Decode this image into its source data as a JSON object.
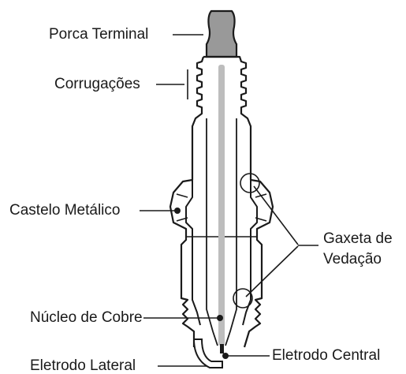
{
  "labels": {
    "porca_terminal": "Porca Terminal",
    "corrugacoes": "Corrugações",
    "castelo_metalico": "Castelo Metálico",
    "gaxeta_line1": "Gaxeta de",
    "gaxeta_line2": "Vedação",
    "nucleo_cobre": "Núcleo de Cobre",
    "eletrodo_central": "Eletrodo Central",
    "eletrodo_lateral": "Eletrodo Lateral"
  },
  "colors": {
    "outline": "#1a1a1a",
    "terminal_fill": "#999999",
    "core_fill": "#bdbdbd"
  }
}
